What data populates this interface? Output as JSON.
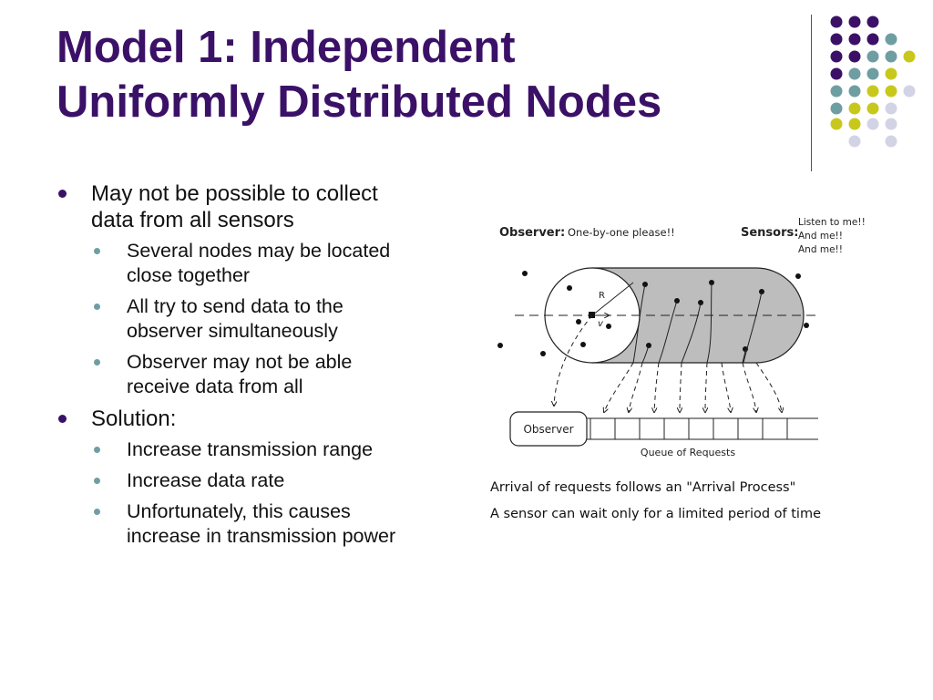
{
  "slide": {
    "title_line1": "Model 1: Independent",
    "title_line2": "Uniformly Distributed Nodes",
    "bullets": [
      {
        "text_line1": "May not be possible to collect",
        "text_line2": "data from all sensors",
        "sub": [
          {
            "line1": "Several nodes may be located",
            "line2": "close together"
          },
          {
            "line1": "All try to send data to the",
            "line2": "observer simultaneously"
          },
          {
            "line1": "Observer may not be able",
            "line2": "receive data from all"
          }
        ]
      },
      {
        "text_line1": "Solution:",
        "sub": [
          {
            "line1": "Increase transmission range"
          },
          {
            "line1": "Increase data rate"
          },
          {
            "line1": "Unfortunately, this causes",
            "line2": "increase in transmission power"
          }
        ]
      }
    ]
  },
  "diagram": {
    "observer_label": "Observer:",
    "observer_quote": "One-by-one please!!",
    "sensors_label": "Sensors:",
    "sensor_quotes": [
      "Listen to me!!",
      "And me!!",
      "And me!!"
    ],
    "radius_label": "R",
    "velocity_label": "v",
    "observer_box": "Observer",
    "queue_label": "Queue of Requests",
    "caption_line1": "Arrival of requests follows an \"Arrival Process\"",
    "caption_line2": "A sensor can wait only for a limited period of time"
  },
  "colors": {
    "title": "#3b1168",
    "purple_dot": "#3b1168",
    "teal_dot": "#6f9ea2",
    "yellow_dot": "#c8c81c",
    "lavender_dot": "#d3d3e6"
  }
}
